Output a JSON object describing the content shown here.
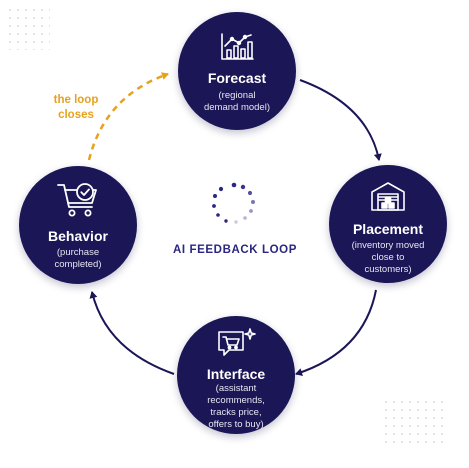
{
  "center_label": "AI FEEDBACK LOOP",
  "loop_note": {
    "line1": "the loop",
    "line2": "closes"
  },
  "nodes": {
    "forecast": {
      "title": "Forecast",
      "lines": [
        "(regional",
        "demand model)"
      ],
      "icon": "chart-icon"
    },
    "placement": {
      "title": "Placement",
      "lines": [
        "(inventory moved",
        "close to",
        "customers)"
      ],
      "icon": "warehouse-icon"
    },
    "interface": {
      "title": "Interface",
      "lines": [
        "(assistant",
        "recommends,",
        "tracks price,",
        "offers to buy)"
      ],
      "icon": "chat-cart-icon"
    },
    "behavior": {
      "title": "Behavior",
      "lines": [
        "(purchase",
        "completed)"
      ],
      "icon": "cart-check-icon"
    }
  },
  "colors": {
    "node": "#1b1656",
    "arrow": "#1b1656",
    "accent": "#e6a21d",
    "label": "#2b2680"
  }
}
